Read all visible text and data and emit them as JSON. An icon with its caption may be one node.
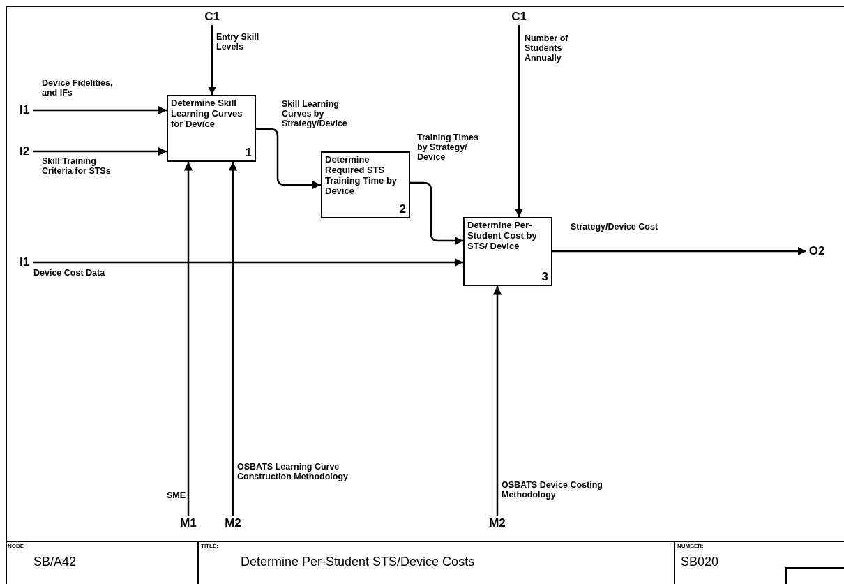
{
  "diagram": {
    "nodes": [
      {
        "text": [
          "C1"
        ]
      },
      {
        "text": [
          "C1"
        ]
      },
      {
        "text": [
          "I1"
        ]
      },
      {
        "text": [
          "Determine Skill Learning Curves for Device",
          "1"
        ]
      },
      {
        "text": [
          "I2"
        ]
      },
      {
        "text": [
          "Determine Required STS Training Time by Device",
          "2"
        ]
      },
      {
        "text": [
          "Determine Per-Student Cost by STS/ Device",
          "3"
        ]
      },
      {
        "text": [
          "I1"
        ]
      },
      {
        "text": [
          "O2"
        ]
      },
      {
        "text": [
          "M1"
        ]
      },
      {
        "text": [
          "M2"
        ]
      },
      {
        "text": [
          "M2"
        ]
      }
    ],
    "edges": [
      {
        "from": 0,
        "to": 3,
        "arrow": "to",
        "label": "Entry Skill Levels"
      },
      {
        "from": 2,
        "to": 3,
        "arrow": "to",
        "label": "Device Fidelities, and IFs"
      },
      {
        "from": 4,
        "to": 3,
        "arrow": "to",
        "label": "Skill Training Criteria for STSs"
      },
      {
        "from": 3,
        "to": 5,
        "arrow": "to",
        "label": "Skill Learning Curves by Strategy/Device"
      },
      {
        "from": 5,
        "to": 6,
        "arrow": "to",
        "label": "Training Times by Strategy/ Device"
      },
      {
        "from": 1,
        "to": 6,
        "arrow": "to",
        "label": "Number of Students Annually"
      },
      {
        "from": 7,
        "to": 6,
        "arrow": "to",
        "label": "Device Cost Data"
      },
      {
        "from": 6,
        "to": 8,
        "arrow": "to",
        "label": "Strategy/Device Cost"
      },
      {
        "from": 9,
        "to": 3,
        "arrow": "to",
        "label": "SME"
      },
      {
        "from": 10,
        "to": 3,
        "arrow": "to",
        "label": "OSBATS Learning Curve Construction Methodology"
      },
      {
        "from": 11,
        "to": 6,
        "arrow": "to",
        "label": "OSBATS Device Costing Methodology"
      }
    ],
    "labels": [
      "NODE",
      "SB/A42",
      "TITLE:",
      "Determine Per-Student STS/Device Costs",
      "NUMBER:",
      "SB020"
    ]
  }
}
